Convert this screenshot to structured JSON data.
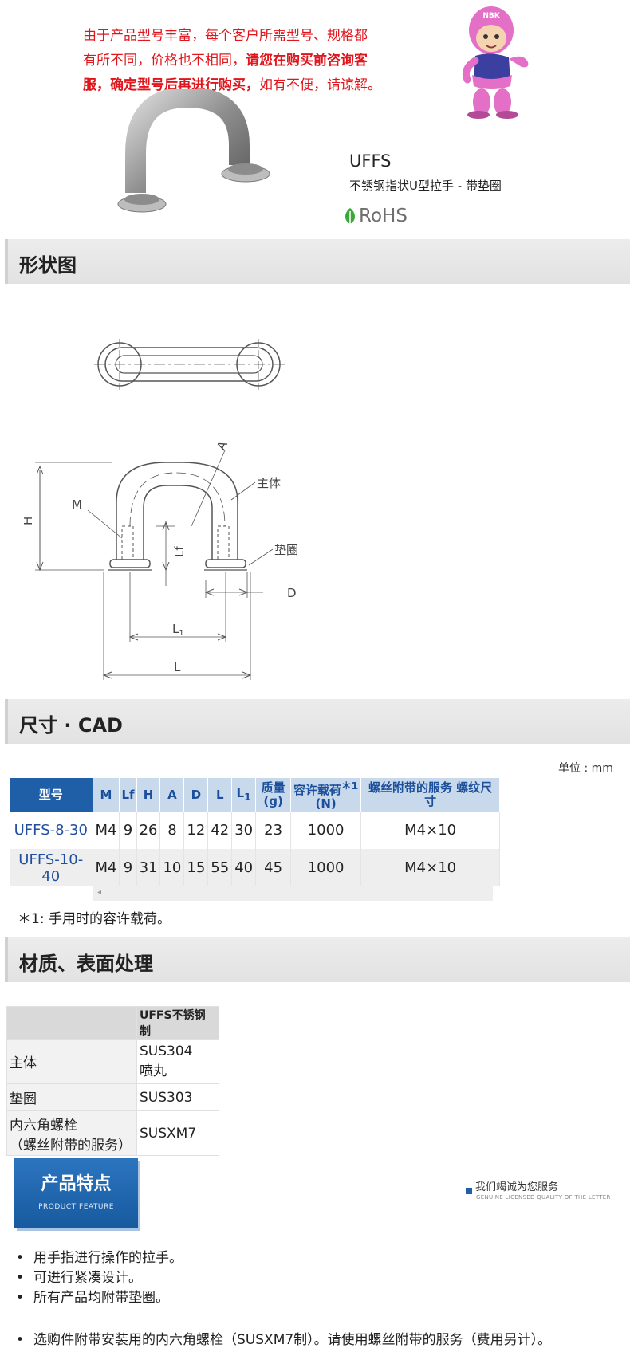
{
  "notice": {
    "line1": "由于产品型号丰富，每个客户所需型号、规格都",
    "line2_plain": "有所不同，价格也不相同，",
    "line2_bold": "请您在购买前咨询客",
    "line3_bold": "服，确定型号后再进行购买，",
    "line3_plain": "如有不便，请谅解。"
  },
  "mascot": {
    "cap_text": "NBK",
    "icon": "mascot-illustration"
  },
  "product": {
    "code": "UFFS",
    "name": "不锈钢指状U型拉手 - 带垫圈",
    "rohs": "RoHS"
  },
  "sections": {
    "shape": "形状图",
    "dimensions": "尺寸 · CAD",
    "material": "材质、表面处理"
  },
  "drawing": {
    "labels": {
      "h": "H",
      "m": "M",
      "lf": "Lf",
      "a": "A",
      "main_body": "主体",
      "washer": "垫圈",
      "d": "D",
      "l1": "L",
      "l1_sub": "1",
      "l": "L"
    }
  },
  "dim_table": {
    "unit": "单位 : mm",
    "headers": {
      "model": "型号",
      "m": "M",
      "lf": "Lf",
      "h": "H",
      "a": "A",
      "d": "D",
      "l": "L",
      "l1": "L",
      "l1_sub": "1",
      "mass": "质量",
      "mass_unit": "(g)",
      "load": "容许载荷",
      "load_note": "＊1",
      "load_unit": "(N)",
      "service": "螺丝附带的服务 螺纹尺寸"
    },
    "rows": [
      {
        "model": "UFFS-8-30",
        "m": "M4",
        "lf": "9",
        "h": "26",
        "a": "8",
        "d": "12",
        "l": "42",
        "l1": "30",
        "mass": "23",
        "load": "1000",
        "screw": "M4×10"
      },
      {
        "model": "UFFS-10-40",
        "m": "M4",
        "lf": "9",
        "h": "31",
        "a": "10",
        "d": "15",
        "l": "55",
        "l1": "40",
        "mass": "45",
        "load": "1000",
        "screw": "M4×10"
      }
    ],
    "scroll_arrow": "◂",
    "footnote": "＊1:   手用时的容许载荷。"
  },
  "material_table": {
    "header": "UFFS不锈钢制",
    "rows": [
      {
        "label": "主体",
        "value_line1": "SUS304",
        "value_line2": "喷丸"
      },
      {
        "label": "垫圈",
        "value_line1": "SUS303",
        "value_line2": ""
      },
      {
        "label": "内六角螺栓",
        "label_line2": "（螺丝附带的服务）",
        "value_line1": "SUSXM7",
        "value_line2": ""
      }
    ]
  },
  "feature_banner": {
    "title_cn": "产品特点",
    "title_en": "PRODUCT FEATURE",
    "serve_cn": "我们竭诚为您服务",
    "serve_en": "GENUINE LICENSED QUALITY OF THE LETTER"
  },
  "features": [
    "用手指进行操作的拉手。",
    "可进行紧凑设计。",
    "所有产品均附带垫圈。"
  ],
  "notes": [
    "选购件附带安装用的内六角螺栓（SUSXM7制）。请使用螺丝附带的服务（费用另计）。"
  ],
  "colors": {
    "notice_red": "#e0161c",
    "accent_blue": "#1f5fa8",
    "header_blue_bg": "#c9d9ec",
    "rohs_green": "#3aa83a"
  }
}
